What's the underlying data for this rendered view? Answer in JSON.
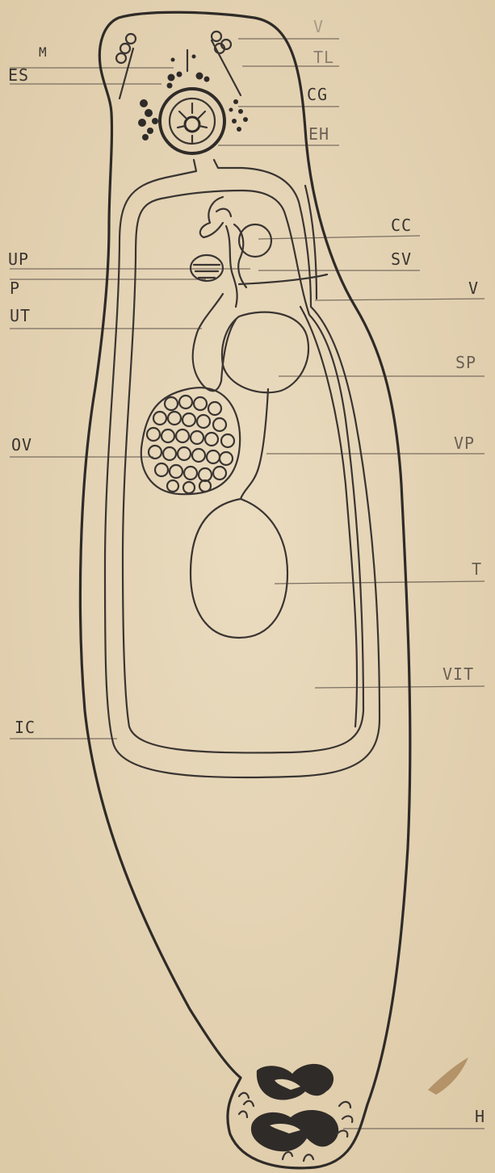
{
  "labels": {
    "M": "M",
    "ES": "ES",
    "V_top": "V",
    "TL": "TL",
    "CG": "CG",
    "EH": "EH",
    "CC": "CC",
    "UP": "UP",
    "SV": "SV",
    "P": "P",
    "V": "V",
    "UT": "UT",
    "SP": "SP",
    "OV": "OV",
    "VP": "VP",
    "T": "T",
    "VIT": "VIT",
    "IC": "IC",
    "H": "H"
  }
}
